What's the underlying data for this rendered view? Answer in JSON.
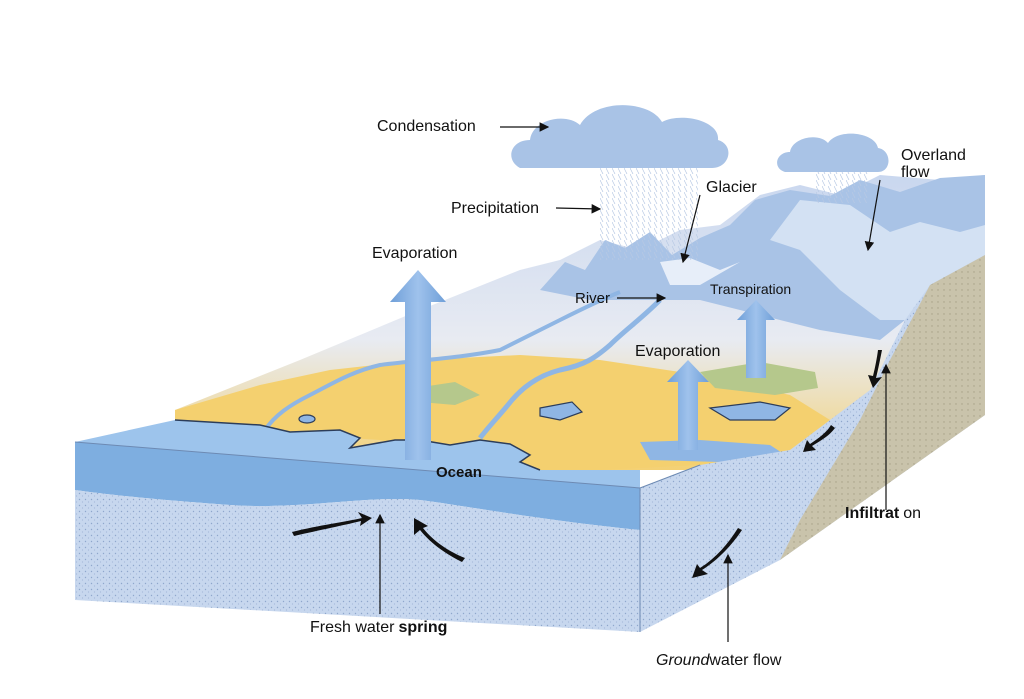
{
  "labels": {
    "condensation": "Condensation",
    "precipitation": "Precipitation",
    "glacier": "Glacier",
    "overland_flow_line1": "Overland",
    "overland_flow_line2": "flow",
    "evaporation_ocean": "Evaporation",
    "river": "River",
    "transpiration": "Transpiration",
    "evaporation_land": "Evaporation",
    "ocean": "Ocean",
    "infiltration_part1": "Infiltrat",
    "infiltration_part2": "on",
    "fresh_water_part1": "Fresh water",
    "fresh_water_part2": "spring",
    "groundwater_part1": "Ground",
    "groundwater_part2": "water flow"
  },
  "colors": {
    "sky": "#ffffff",
    "cloud": "#a9c3e6",
    "mountain": "#a7c1e3",
    "mountain_light": "#dde8f6",
    "land": "#f4d06f",
    "green_patch": "#b7c98a",
    "water": "#8fb6e4",
    "ocean_top": "#9dc4ec",
    "ocean_side": "#7eaee0",
    "ground": "#c5d6ee",
    "rock": "#c8c2aa",
    "arrow": "#7aa6dc",
    "flow_arrow": "#111111"
  }
}
